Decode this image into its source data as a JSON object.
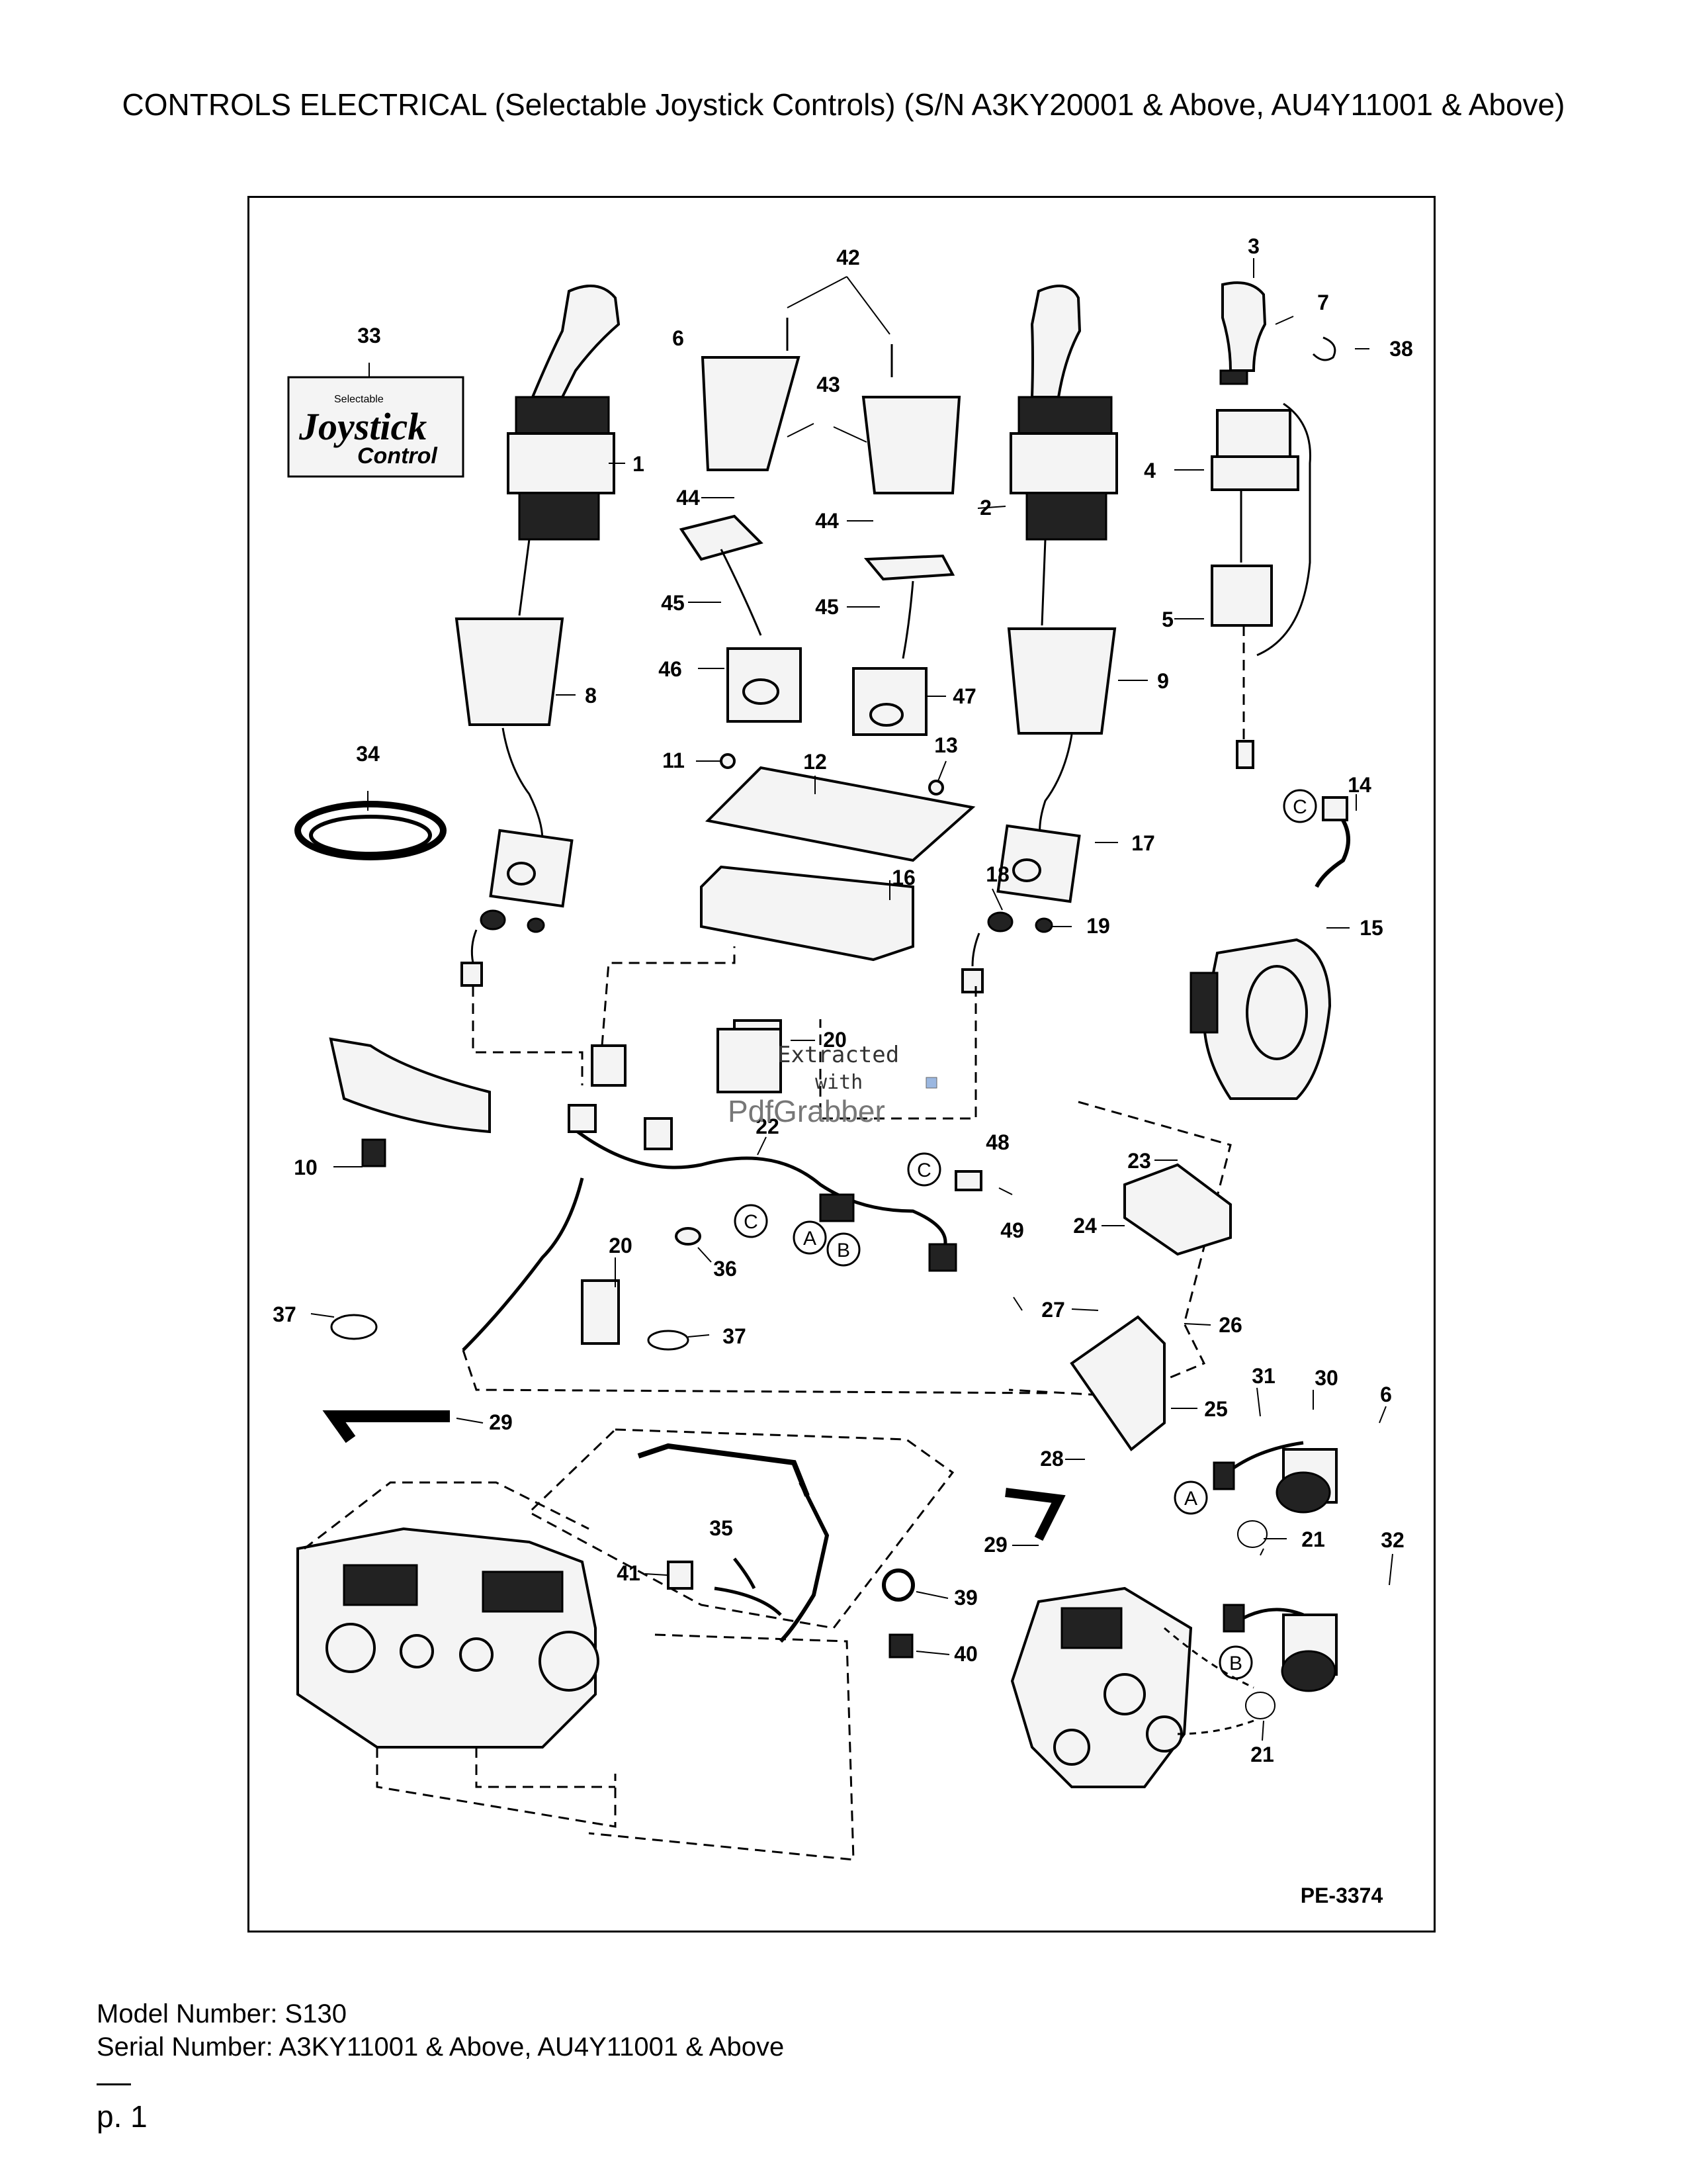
{
  "page": {
    "title": "CONTROLS ELECTRICAL (Selectable Joystick Controls) (S/N A3KY20001 & Above, AU4Y11001 & Above)",
    "model_line": "Model Number: S130",
    "serial_line": "Serial Number: A3KY11001 & Above, AU4Y11001 & Above",
    "page_number": "p. 1"
  },
  "diagram": {
    "drawing_code": "PE-3374",
    "decal_top_text": "Selectable",
    "decal_main_text": "Joystick",
    "decal_sub_text": "Control",
    "watermark_line1": "Extracted",
    "watermark_line2": "with",
    "watermark_brand": "PdfGrabber",
    "connector_letters": [
      "A",
      "B",
      "C"
    ],
    "callouts": {
      "c1": "1",
      "c2": "2",
      "c3": "3",
      "c4": "4",
      "c5": "5",
      "c6": "6",
      "c7": "7",
      "c8": "8",
      "c9": "9",
      "c10": "10",
      "c11": "11",
      "c12": "12",
      "c13": "13",
      "c14": "14",
      "c15": "15",
      "c16": "16",
      "c17": "17",
      "c18": "18",
      "c19": "19",
      "c20": "20",
      "c21": "21",
      "c22": "22",
      "c23": "23",
      "c24": "24",
      "c25": "25",
      "c26": "26",
      "c27": "27",
      "c28": "28",
      "c29": "29",
      "c30": "30",
      "c31": "31",
      "c32": "32",
      "c33": "33",
      "c34": "34",
      "c35": "35",
      "c36": "36",
      "c37": "37",
      "c38": "38",
      "c39": "39",
      "c40": "40",
      "c41": "41",
      "c42": "42",
      "c43": "43",
      "c44": "44",
      "c45": "45",
      "c46": "46",
      "c47": "47",
      "c48": "48",
      "c49": "49"
    }
  }
}
